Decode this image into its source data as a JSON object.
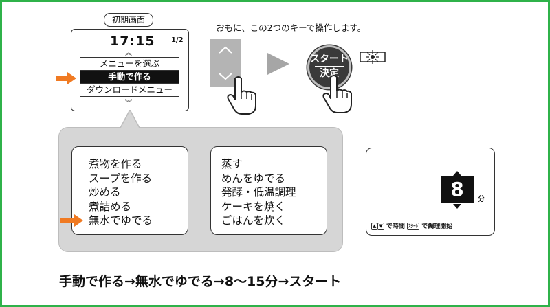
{
  "screen": {
    "label": "初期画面",
    "time": "17:15",
    "page": "1/2",
    "up_chevron": "︽",
    "down_chevron": "︾",
    "menu": [
      "メニューを選ぶ",
      "手動で作る",
      "ダウンロードメニュー"
    ],
    "selected_index": 1
  },
  "instruction": "おもに、この2つのキーで操作します。",
  "start_key": {
    "line1": "スタート",
    "line2": "決定"
  },
  "menu_left": [
    "煮物を作る",
    "スープを作る",
    "炒める",
    "煮詰める",
    "無水でゆでる"
  ],
  "menu_right": [
    "蒸す",
    "めんをゆでる",
    "発酵・低温調理",
    "ケーキを焼く",
    "ごはんを炊く"
  ],
  "timer": {
    "value": "8",
    "unit": "分",
    "footer_time": "で時間",
    "footer_key": "ｽﾀｰﾄ",
    "footer_start": "で調理開始"
  },
  "bottom_text": "手動で作る→無水でゆでる→8～15分→スタート",
  "colors": {
    "frame": "#2fb24a",
    "arrow": "#f07a22",
    "callout": "#d6d6d6",
    "key": "#b4b4b4"
  }
}
